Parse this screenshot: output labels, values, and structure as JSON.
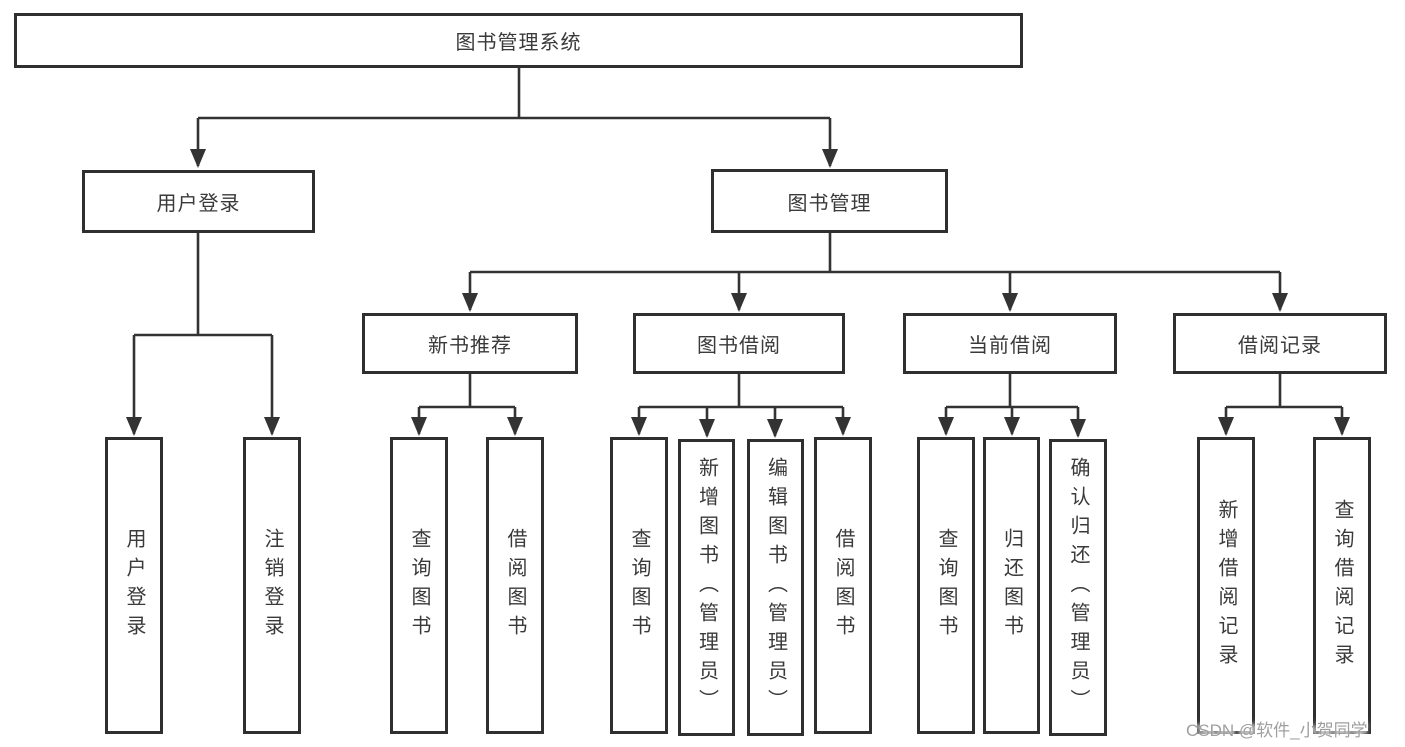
{
  "tree": {
    "root": {
      "label": "图书管理系统"
    },
    "branches": [
      {
        "label": "用户登录",
        "children": [
          {
            "label": "用户登录"
          },
          {
            "label": "注销登录"
          }
        ]
      },
      {
        "label": "图书管理",
        "children": [
          {
            "label": "新书推荐",
            "children": [
              {
                "label": "查询图书"
              },
              {
                "label": "借阅图书"
              }
            ]
          },
          {
            "label": "图书借阅",
            "children": [
              {
                "label": "查询图书"
              },
              {
                "label": "新增图书（管理员）"
              },
              {
                "label": "编辑图书（管理员）"
              },
              {
                "label": "借阅图书"
              }
            ]
          },
          {
            "label": "当前借阅",
            "children": [
              {
                "label": "查询图书"
              },
              {
                "label": "归还图书"
              },
              {
                "label": "确认归还（管理员）"
              }
            ]
          },
          {
            "label": "借阅记录",
            "children": [
              {
                "label": "新增借阅记录"
              },
              {
                "label": "查询借阅记录"
              }
            ]
          }
        ]
      }
    ]
  },
  "watermark": {
    "text": "CSDN @软件_小贺同学"
  },
  "colors": {
    "line": "#333333",
    "box_border": "#2f2f2f",
    "text": "#3a3a3a",
    "watermark": "#9f9f9f",
    "background": "#ffffff"
  }
}
